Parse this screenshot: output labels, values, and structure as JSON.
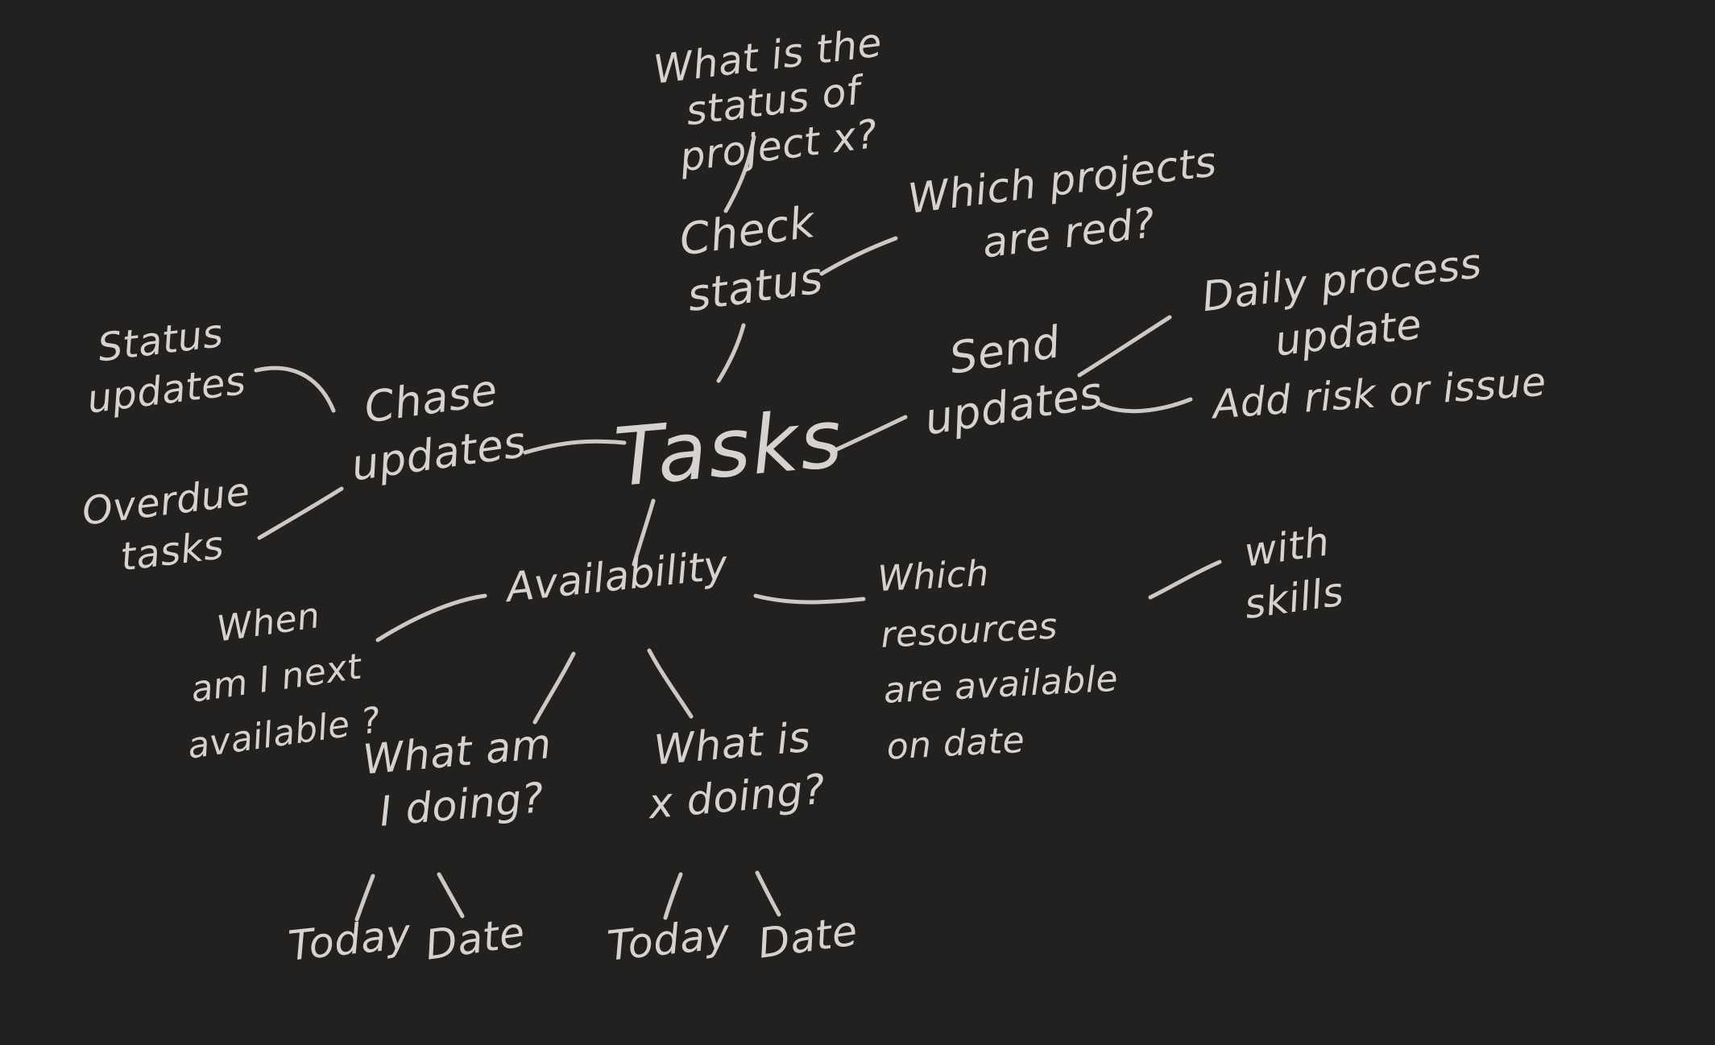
{
  "canvas": {
    "background": "#232120",
    "ink": "#d6d3cf",
    "style": "handwritten-mind-map"
  },
  "mindmap": {
    "root": "tasks",
    "nodes": {
      "tasks": {
        "label": "Tasks"
      },
      "chase_updates": {
        "label": "Chase\nupdates"
      },
      "status_updates": {
        "label": "Status\nupdates"
      },
      "overdue_tasks": {
        "label": "Overdue\ntasks"
      },
      "check_status": {
        "label": "Check\nstatus"
      },
      "what_is_status_project_x": {
        "label": "What is the\nstatus of\nproject x?"
      },
      "which_projects_red": {
        "label": "Which projects\nare red?"
      },
      "send_updates": {
        "label": "Send\nupdates"
      },
      "daily_process_update": {
        "label": "Daily process\nupdate"
      },
      "add_risk_or_issue": {
        "label": "Add risk or issue"
      },
      "availability": {
        "label": "Availability"
      },
      "when_am_i_next_available": {
        "label": "When\nam I next\navailable ?"
      },
      "which_resources_available": {
        "label": "Which\nresources\nare available\non date"
      },
      "with_skills": {
        "label": "with\nskills"
      },
      "what_am_i_doing": {
        "label": "What am\nI doing?"
      },
      "what_is_x_doing": {
        "label": "What is\nx doing?"
      },
      "today_left": {
        "label": "Today"
      },
      "date_left": {
        "label": "Date"
      },
      "today_right": {
        "label": "Today"
      },
      "date_right": {
        "label": "Date"
      }
    },
    "edges": [
      {
        "from": "what_is_status_project_x",
        "to": "check_status"
      },
      {
        "from": "check_status",
        "to": "which_projects_red"
      },
      {
        "from": "check_status",
        "to": "tasks"
      },
      {
        "from": "status_updates",
        "to": "chase_updates"
      },
      {
        "from": "overdue_tasks",
        "to": "chase_updates"
      },
      {
        "from": "chase_updates",
        "to": "tasks"
      },
      {
        "from": "tasks",
        "to": "send_updates"
      },
      {
        "from": "send_updates",
        "to": "daily_process_update"
      },
      {
        "from": "send_updates",
        "to": "add_risk_or_issue"
      },
      {
        "from": "tasks",
        "to": "availability"
      },
      {
        "from": "when_am_i_next_available",
        "to": "availability"
      },
      {
        "from": "availability",
        "to": "which_resources_available"
      },
      {
        "from": "which_resources_available",
        "to": "with_skills"
      },
      {
        "from": "availability",
        "to": "what_am_i_doing"
      },
      {
        "from": "availability",
        "to": "what_is_x_doing"
      },
      {
        "from": "what_am_i_doing",
        "to": "today_left"
      },
      {
        "from": "what_am_i_doing",
        "to": "date_left"
      },
      {
        "from": "what_is_x_doing",
        "to": "today_right"
      },
      {
        "from": "what_is_x_doing",
        "to": "date_right"
      }
    ]
  }
}
